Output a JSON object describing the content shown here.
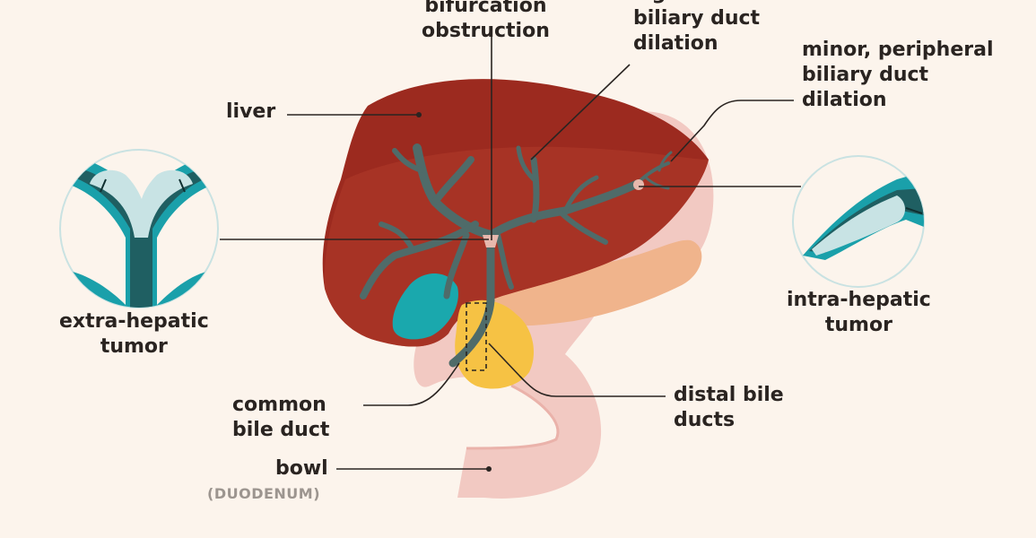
{
  "colors": {
    "background": "#fcf4ec",
    "liver": "#9c2a1f",
    "liver_light": "#b13a2a",
    "duct": "#4f6b69",
    "duodenum": "#f2c9c2",
    "pancreas": "#f0b48c",
    "gallbladder": "#1aa8ad",
    "distal_ducts": "#f6c244",
    "inset_teal": "#1aa0aa",
    "inset_dark": "#1f5f62",
    "inset_tumor": "#c8e3e4",
    "text": "#2a2421",
    "subtext": "#9c958f"
  },
  "labels": {
    "obstruction": [
      "bifurcation",
      "obstruction"
    ],
    "significant": [
      "significant",
      "biliary duct",
      "dilation"
    ],
    "minor": [
      "minor, peripheral",
      "biliary duct",
      "dilation"
    ],
    "liver": "liver",
    "extra_hepatic": [
      "extra-hepatic",
      "tumor"
    ],
    "intra_hepatic": [
      "intra-hepatic",
      "tumor"
    ],
    "common_bile_duct": [
      "common",
      "bile duct"
    ],
    "distal_bile_ducts": [
      "distal bile",
      "ducts"
    ],
    "bowl": "bowl",
    "duodenum": "(DUODENUM)"
  }
}
